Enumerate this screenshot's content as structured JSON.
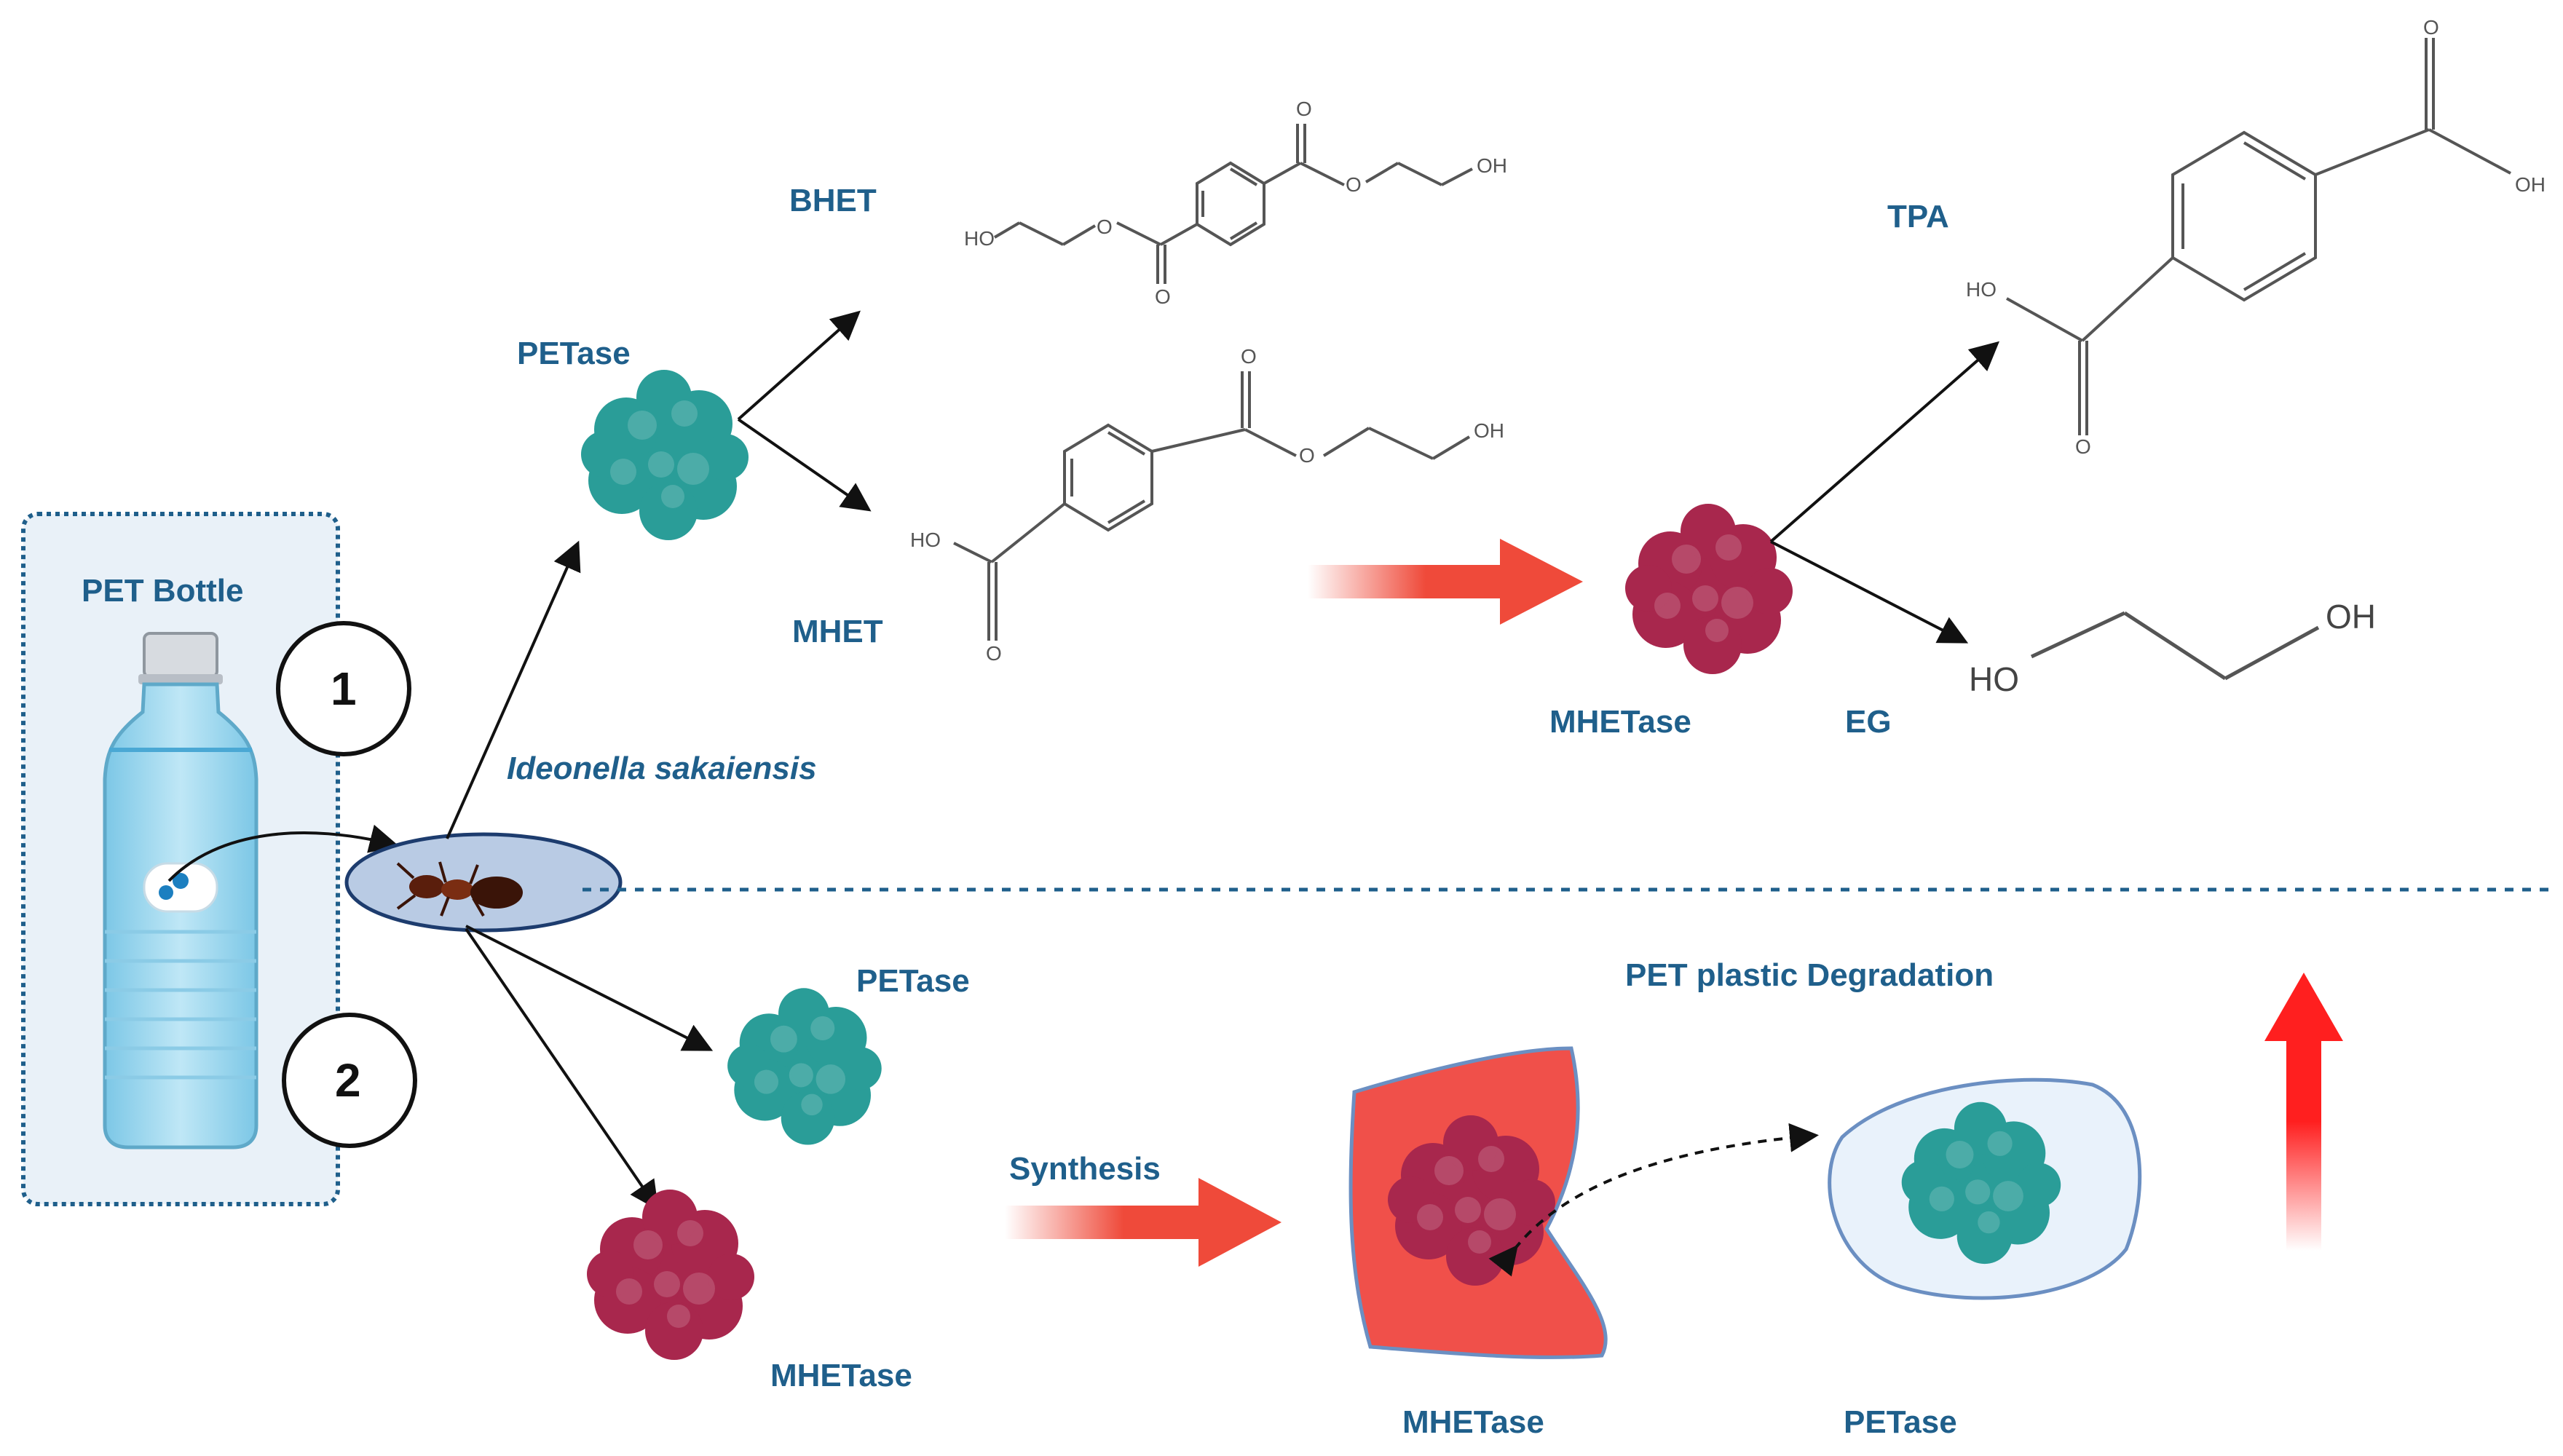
{
  "labels": {
    "pet_bottle": "PET Bottle",
    "organism": "Ideonella sakaiensis",
    "petase_top": "PETase",
    "bhet": "BHET",
    "mhet": "MHET",
    "tpa": "TPA",
    "mhetase_top": "MHETase",
    "eg": "EG",
    "petase_mid": "PETase",
    "mhetase_low": "MHETase",
    "synthesis": "Synthesis",
    "degradation": "PET plastic Degradation",
    "mhetase_bottom": "MHETase",
    "petase_bottom": "PETase"
  },
  "steps": {
    "one": "1",
    "two": "2"
  },
  "atoms": {
    "oh": "OH",
    "ho": "HO",
    "o": "O"
  },
  "colors": {
    "petase": "#2a9d98",
    "mhetase": "#a8274d",
    "label": "#1f5f8b",
    "red_arrow": "#ef4a3a",
    "cell_fill": "#f0504a",
    "vesicle_fill": "#e9f2fb",
    "bottle": "#9fd8ef"
  }
}
